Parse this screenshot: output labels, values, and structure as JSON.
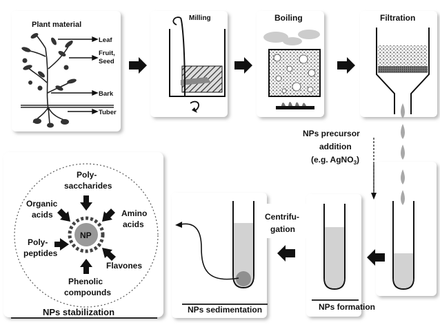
{
  "steps": {
    "plant": {
      "title": "Plant material",
      "labels": {
        "leaf": "Leaf",
        "fruit_line1": "Fruit,",
        "fruit_line2": "Seed",
        "bark": "Bark",
        "tuber": "Tuber"
      }
    },
    "milling": {
      "title": "Milling"
    },
    "boiling": {
      "title": "Boiling"
    },
    "filtration": {
      "title": "Filtration"
    },
    "precursor": {
      "line1": "NPs precursor",
      "line2": "addition",
      "line3_prefix": "(e.g. AgNO",
      "line3_sub": "3",
      "line3_suffix": ")"
    },
    "formation": {
      "title": "NPs formation"
    },
    "centrifugation": {
      "line1": "Centrifu-",
      "line2": "gation"
    },
    "sedimentation": {
      "title": "NPs sedimentation"
    },
    "stabilization": {
      "title": "NPs stabilization",
      "core": "NP",
      "polysaccharides_1": "Poly-",
      "polysaccharides_2": "saccharides",
      "organic_1": "Organic",
      "organic_2": "acids",
      "amino_1": "Amino",
      "amino_2": "acids",
      "polypeptides_1": "Poly-",
      "polypeptides_2": "peptides",
      "flavones": "Flavones",
      "phenolic_1": "Phenolic",
      "phenolic_2": "compounds"
    }
  },
  "colors": {
    "liquid": "#d2d2d2",
    "arrow": "#111111",
    "drop": "#a8a8a8",
    "panel_shadow": "#c8c8c8"
  }
}
